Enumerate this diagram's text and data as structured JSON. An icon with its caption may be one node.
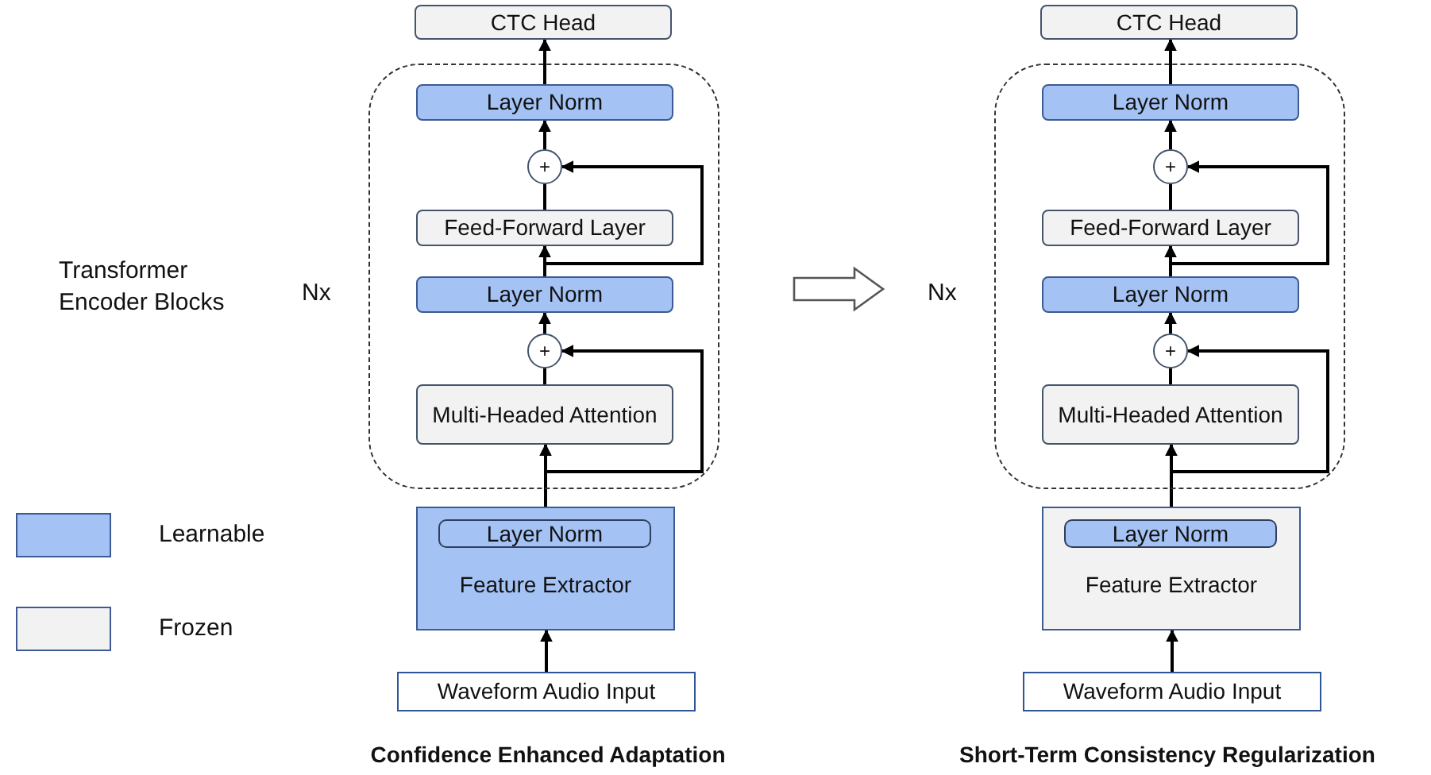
{
  "diagram": {
    "nodes": [
      {
        "text": [
          "CTC Head"
        ]
      },
      {
        "text": [],
        "shape": "box",
        "beside": [
          "Nx"
        ]
      },
      {
        "text": [
          "Layer Norm"
        ],
        "in": 1
      },
      {
        "text": [
          "+"
        ],
        "in": 1
      },
      {
        "text": [
          "Feed-Forward Layer"
        ],
        "in": 1
      },
      {
        "text": [
          "Layer Norm"
        ],
        "in": 1
      },
      {
        "text": [
          "+"
        ],
        "in": 1
      },
      {
        "text": [
          "Multi-Headed Attention"
        ],
        "in": 1
      },
      {
        "text": [
          "Feature Extractor"
        ]
      },
      {
        "text": [
          "Layer Norm"
        ],
        "in": 8
      },
      {
        "text": [
          "Waveform Audio Input"
        ]
      },
      {
        "text": [
          "CTC Head"
        ]
      },
      {
        "text": [],
        "shape": "box",
        "beside": [
          "Nx"
        ]
      },
      {
        "text": [
          "Layer Norm"
        ],
        "in": 12
      },
      {
        "text": [
          "+"
        ],
        "in": 12
      },
      {
        "text": [
          "Feed-Forward Layer"
        ],
        "in": 12
      },
      {
        "text": [
          "Layer Norm"
        ],
        "in": 12
      },
      {
        "text": [
          "+"
        ],
        "in": 12
      },
      {
        "text": [
          "Multi-Headed Attention"
        ],
        "in": 12
      },
      {
        "text": [
          "Feature Extractor"
        ]
      },
      {
        "text": [
          "Layer Norm"
        ],
        "in": 19
      },
      {
        "text": [
          "Waveform Audio Input"
        ]
      }
    ],
    "edges": [
      {
        "from": 10,
        "to": 8,
        "arrow": "to"
      },
      {
        "from": 8,
        "to": 7,
        "arrow": "to"
      },
      {
        "from": 8,
        "to": 6,
        "arrow": "to"
      },
      {
        "from": 7,
        "to": 6,
        "arrow": "none"
      },
      {
        "from": 6,
        "to": 5,
        "arrow": "to"
      },
      {
        "from": 5,
        "to": 4,
        "arrow": "to"
      },
      {
        "from": 5,
        "to": 3,
        "arrow": "to"
      },
      {
        "from": 4,
        "to": 3,
        "arrow": "none"
      },
      {
        "from": 3,
        "to": 2,
        "arrow": "to"
      },
      {
        "from": 2,
        "to": 0,
        "arrow": "to"
      },
      {
        "from": 21,
        "to": 19,
        "arrow": "to"
      },
      {
        "from": 19,
        "to": 18,
        "arrow": "to"
      },
      {
        "from": 19,
        "to": 17,
        "arrow": "to"
      },
      {
        "from": 18,
        "to": 17,
        "arrow": "none"
      },
      {
        "from": 17,
        "to": 16,
        "arrow": "to"
      },
      {
        "from": 16,
        "to": 15,
        "arrow": "to"
      },
      {
        "from": 16,
        "to": 14,
        "arrow": "to"
      },
      {
        "from": 15,
        "to": 14,
        "arrow": "none"
      },
      {
        "from": 14,
        "to": 13,
        "arrow": "to"
      },
      {
        "from": 13,
        "to": 11,
        "arrow": "to"
      },
      {
        "from": 1,
        "to": 12,
        "arrow": "to",
        "style": "thick"
      }
    ],
    "labels": [
      "Transformer Encoder Blocks",
      "Confidence Enhanced Adaptation",
      "Short-Term Consistency Regularization"
    ],
    "legend": [
      {
        "text": "Learnable",
        "color": "#a4c2f4"
      },
      {
        "text": "Frozen",
        "color": "#f2f2f2"
      }
    ]
  }
}
